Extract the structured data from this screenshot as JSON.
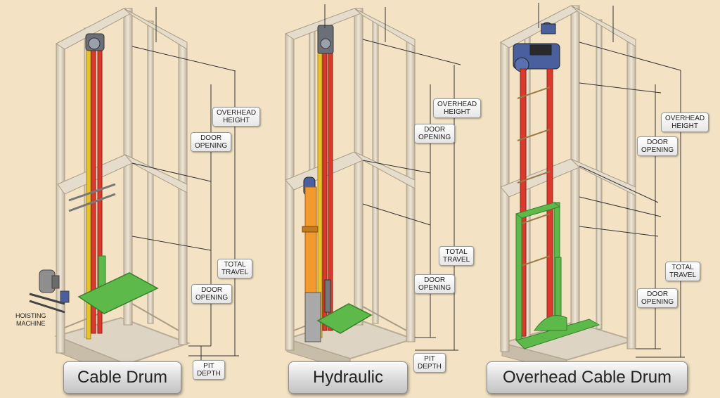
{
  "diagrams": [
    {
      "title": "Cable Drum",
      "labels": {
        "overhead_height": "OVERHEAD\nHEIGHT",
        "door_opening_upper": "DOOR\nOPENING",
        "total_travel": "TOTAL\nTRAVEL",
        "door_opening_lower": "DOOR\nOPENING",
        "pit_depth": "PIT\nDEPTH"
      },
      "hoisting_machine": "HOISTING\nMACHINE"
    },
    {
      "title": "Hydraulic",
      "labels": {
        "overhead_height": "OVERHEAD\nHEIGHT",
        "door_opening_upper": "DOOR\nOPENING",
        "total_travel": "TOTAL\nTRAVEL",
        "door_opening_lower": "DOOR\nOPENING",
        "pit_depth": "PIT\nDEPTH"
      }
    },
    {
      "title": "Overhead Cable Drum",
      "labels": {
        "overhead_height": "OVERHEAD\nHEIGHT",
        "door_opening_upper": "DOOR\nOPENING",
        "total_travel": "TOTAL\nTRAVEL",
        "door_opening_lower": "DOOR\nOPENING"
      }
    }
  ],
  "colors": {
    "background": "#f3e3c4",
    "frame": "#d9cfbf",
    "rail_red": "#d93a2b",
    "rail_yellow": "#e8c228",
    "platform_green": "#5db94a",
    "hydraulic_orange": "#f29a2e",
    "machine_blue": "#4a5f9e"
  }
}
